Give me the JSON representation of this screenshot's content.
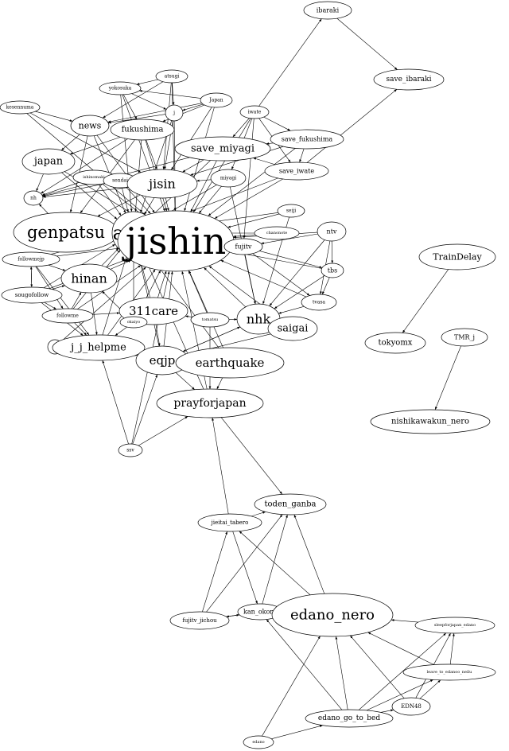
{
  "graph": {
    "nodes": [
      {
        "id": "ibaraki",
        "label": "ibaraki"
      },
      {
        "id": "save_ibaraki",
        "label": "save_ibaraki"
      },
      {
        "id": "atsugi",
        "label": "atsugi"
      },
      {
        "id": "yokosuka",
        "label": "yokosuka"
      },
      {
        "id": "Japan",
        "label": "Japan"
      },
      {
        "id": "j",
        "label": "j"
      },
      {
        "id": "kesennuma",
        "label": "kesennuma"
      },
      {
        "id": "iwate",
        "label": "iwate"
      },
      {
        "id": "news",
        "label": "news"
      },
      {
        "id": "fukushima",
        "label": "fukushima"
      },
      {
        "id": "save_fukushima",
        "label": "save_fukushima"
      },
      {
        "id": "save_miyagi",
        "label": "save_miyagi"
      },
      {
        "id": "japan",
        "label": "japan"
      },
      {
        "id": "save_iwate",
        "label": "save_iwate"
      },
      {
        "id": "ishinomaki",
        "label": "ishinomaki"
      },
      {
        "id": "sendai",
        "label": "sendai"
      },
      {
        "id": "jisin",
        "label": "jisin"
      },
      {
        "id": "miyagi",
        "label": "miyagi"
      },
      {
        "id": "nh",
        "label": "nh"
      },
      {
        "id": "seiji",
        "label": "seiji"
      },
      {
        "id": "genpatsu",
        "label": "genpatsu"
      },
      {
        "id": "anpi",
        "label": "anpi"
      },
      {
        "id": "jishin",
        "label": "jishin"
      },
      {
        "id": "chamonote",
        "label": "chanonote"
      },
      {
        "id": "ntv",
        "label": "ntv"
      },
      {
        "id": "fujitv",
        "label": "fujitv"
      },
      {
        "id": "TrainDelay",
        "label": "TrainDelay"
      },
      {
        "id": "followmejp",
        "label": "followmejp"
      },
      {
        "id": "tbs",
        "label": "tbs"
      },
      {
        "id": "hinan",
        "label": "hinan"
      },
      {
        "id": "sougofollow",
        "label": "sougofollow"
      },
      {
        "id": "tvasa",
        "label": "tvasa"
      },
      {
        "id": "311care",
        "label": "311care"
      },
      {
        "id": "followme",
        "label": "followme"
      },
      {
        "id": "tomatsu",
        "label": "tomatsu"
      },
      {
        "id": "nhk",
        "label": "nhk"
      },
      {
        "id": "okaiyo",
        "label": "okaiyo"
      },
      {
        "id": "saigai",
        "label": "saigai"
      },
      {
        "id": "n",
        "label": "n"
      },
      {
        "id": "j_j_helpme",
        "label": "j_j_helpme"
      },
      {
        "id": "tokyomx",
        "label": "tokyomx"
      },
      {
        "id": "TMR_j",
        "label": "TMR_j"
      },
      {
        "id": "eqjp",
        "label": "eqjp"
      },
      {
        "id": "earthquake",
        "label": "earthquake"
      },
      {
        "id": "prayforjapan",
        "label": "prayforjapan"
      },
      {
        "id": "nishikawakun_nero",
        "label": "nishikawakun_nero"
      },
      {
        "id": "ssv",
        "label": "ssv"
      },
      {
        "id": "toden_ganba",
        "label": "toden_ganba"
      },
      {
        "id": "jieitai_tabero",
        "label": "jieitai_tabero"
      },
      {
        "id": "kan_okoro",
        "label": "kan_okoro"
      },
      {
        "id": "edano_nero",
        "label": "edano_nero"
      },
      {
        "id": "fujitv_jichou",
        "label": "fujitv_jichou"
      },
      {
        "id": "sleepforjapan_edano",
        "label": "sleepforjapan_edano"
      },
      {
        "id": "leave_to_edanoo_neilu",
        "label": "leave_to_edanoo_neilu"
      },
      {
        "id": "EDN48",
        "label": "EDN48"
      },
      {
        "id": "edano_go_to_bed",
        "label": "edano_go_to_bed"
      },
      {
        "id": "edano",
        "label": "edano"
      }
    ],
    "edges": [
      [
        "iwate",
        "ibaraki"
      ],
      [
        "ibaraki",
        "save_ibaraki"
      ],
      [
        "save_iwate",
        "save_ibaraki"
      ],
      [
        "iwate",
        "save_fukushima"
      ],
      [
        "iwate",
        "save_iwate"
      ],
      [
        "iwate",
        "save_miyagi"
      ],
      [
        "iwate",
        "fujitv"
      ],
      [
        "iwate",
        "miyagi"
      ],
      [
        "iwate",
        "jishin"
      ],
      [
        "save_fukushima",
        "save_miyagi"
      ],
      [
        "save_fukushima",
        "jisin"
      ],
      [
        "save_fukushima",
        "jishin"
      ],
      [
        "save_fukushima",
        "save_iwate"
      ],
      [
        "save_iwate",
        "save_miyagi"
      ],
      [
        "save_iwate",
        "jishin"
      ],
      [
        "save_iwate",
        "anpi"
      ],
      [
        "save_miyagi",
        "jishin"
      ],
      [
        "save_miyagi",
        "jisin"
      ],
      [
        "save_miyagi",
        "anpi"
      ],
      [
        "save_miyagi",
        "nh"
      ],
      [
        "atsugi",
        "yokosuka"
      ],
      [
        "atsugi",
        "j"
      ],
      [
        "atsugi",
        "jishin"
      ],
      [
        "atsugi",
        "jisin"
      ],
      [
        "atsugi",
        "news"
      ],
      [
        "yokosuka",
        "j"
      ],
      [
        "yokosuka",
        "jishin"
      ],
      [
        "yokosuka",
        "anpi"
      ],
      [
        "yokosuka",
        "fukushima"
      ],
      [
        "Japan",
        "j"
      ],
      [
        "Japan",
        "yokosuka"
      ],
      [
        "Japan",
        "news"
      ],
      [
        "Japan",
        "jishin"
      ],
      [
        "Japan",
        "fukushima"
      ],
      [
        "Japan",
        "jisin"
      ],
      [
        "j",
        "jishin"
      ],
      [
        "j",
        "jisin"
      ],
      [
        "j",
        "anpi"
      ],
      [
        "j",
        "news"
      ],
      [
        "kesennuma",
        "jishin"
      ],
      [
        "kesennuma",
        "jisin"
      ],
      [
        "kesennuma",
        "news"
      ],
      [
        "news",
        "jishin"
      ],
      [
        "news",
        "anpi"
      ],
      [
        "news",
        "japan"
      ],
      [
        "news",
        "genpatsu"
      ],
      [
        "fukushima",
        "jishin"
      ],
      [
        "fukushima",
        "anpi"
      ],
      [
        "fukushima",
        "genpatsu"
      ],
      [
        "fukushima",
        "jisin"
      ],
      [
        "fukushima",
        "nh"
      ],
      [
        "fukushima",
        "japan"
      ],
      [
        "japan",
        "jishin"
      ],
      [
        "japan",
        "anpi"
      ],
      [
        "japan",
        "nh"
      ],
      [
        "ishinomaki",
        "jishin"
      ],
      [
        "ishinomaki",
        "anpi"
      ],
      [
        "ishinomaki",
        "nh"
      ],
      [
        "ishinomaki",
        "jisin"
      ],
      [
        "sendai",
        "jishin"
      ],
      [
        "sendai",
        "anpi"
      ],
      [
        "sendai",
        "jisin"
      ],
      [
        "sendai",
        "nh"
      ],
      [
        "jisin",
        "jishin"
      ],
      [
        "jisin",
        "anpi"
      ],
      [
        "jisin",
        "nh"
      ],
      [
        "jisin",
        "genpatsu"
      ],
      [
        "miyagi",
        "jishin"
      ],
      [
        "miyagi",
        "anpi"
      ],
      [
        "miyagi",
        "jisin"
      ],
      [
        "miyagi",
        "nhk"
      ],
      [
        "seiji",
        "jishin"
      ],
      [
        "seiji",
        "anpi"
      ],
      [
        "seiji",
        "nhk"
      ],
      [
        "genpatsu",
        "jishin"
      ],
      [
        "genpatsu",
        "anpi"
      ],
      [
        "genpatsu",
        "nh"
      ],
      [
        "anpi",
        "jishin"
      ],
      [
        "chamonote",
        "jishin"
      ],
      [
        "chamonote",
        "anpi"
      ],
      [
        "ntv",
        "jishin"
      ],
      [
        "ntv",
        "tbs"
      ],
      [
        "ntv",
        "tvasa"
      ],
      [
        "ntv",
        "fujitv"
      ],
      [
        "ntv",
        "nhk"
      ],
      [
        "fujitv",
        "jishin"
      ],
      [
        "fujitv",
        "tbs"
      ],
      [
        "fujitv",
        "nhk"
      ],
      [
        "fujitv",
        "tvasa"
      ],
      [
        "tbs",
        "tvasa"
      ],
      [
        "tbs",
        "nhk"
      ],
      [
        "tbs",
        "jishin"
      ],
      [
        "tvasa",
        "nhk"
      ],
      [
        "tvasa",
        "jishin"
      ],
      [
        "TrainDelay",
        "tokyomx"
      ],
      [
        "TMR_j",
        "nishikawakun_nero"
      ],
      [
        "followmejp",
        "sougofollow"
      ],
      [
        "followmejp",
        "followme"
      ],
      [
        "followmejp",
        "hinan"
      ],
      [
        "followmejp",
        "jishin"
      ],
      [
        "followmejp",
        "anpi"
      ],
      [
        "followmejp",
        "j_j_helpme"
      ],
      [
        "sougofollow",
        "followme"
      ],
      [
        "sougofollow",
        "jishin"
      ],
      [
        "sougofollow",
        "anpi"
      ],
      [
        "sougofollow",
        "followmejp"
      ],
      [
        "sougofollow",
        "hinan"
      ],
      [
        "sougofollow",
        "j_j_helpme"
      ],
      [
        "followme",
        "jishin"
      ],
      [
        "followme",
        "anpi"
      ],
      [
        "followme",
        "j_j_helpme"
      ],
      [
        "followme",
        "hinan"
      ],
      [
        "followme",
        "311care"
      ],
      [
        "hinan",
        "jishin"
      ],
      [
        "hinan",
        "anpi"
      ],
      [
        "hinan",
        "j_j_helpme"
      ],
      [
        "311care",
        "jishin"
      ],
      [
        "311care",
        "anpi"
      ],
      [
        "311care",
        "eqjp"
      ],
      [
        "tomatsu",
        "jishin"
      ],
      [
        "tomatsu",
        "nhk"
      ],
      [
        "tomatsu",
        "prayforjapan"
      ],
      [
        "tomatsu",
        "311care"
      ],
      [
        "nhk",
        "jishin"
      ],
      [
        "nhk",
        "saigai"
      ],
      [
        "nhk",
        "eqjp"
      ],
      [
        "okaiyo",
        "jishin"
      ],
      [
        "okaiyo",
        "anpi"
      ],
      [
        "okaiyo",
        "j_j_helpme"
      ],
      [
        "okaiyo",
        "hinan"
      ],
      [
        "saigai",
        "jishin"
      ],
      [
        "saigai",
        "eqjp"
      ],
      [
        "n",
        "j_j_helpme"
      ],
      [
        "n",
        "jishin"
      ],
      [
        "j_j_helpme",
        "jishin"
      ],
      [
        "j_j_helpme",
        "anpi"
      ],
      [
        "j_j_helpme",
        "eqjp"
      ],
      [
        "eqjp",
        "jishin"
      ],
      [
        "eqjp",
        "anpi"
      ],
      [
        "eqjp",
        "prayforjapan"
      ],
      [
        "eqjp",
        "earthquake"
      ],
      [
        "eqjp",
        "nhk"
      ],
      [
        "earthquake",
        "jishin"
      ],
      [
        "earthquake",
        "anpi"
      ],
      [
        "earthquake",
        "prayforjapan"
      ],
      [
        "prayforjapan",
        "jishin"
      ],
      [
        "prayforjapan",
        "anpi"
      ],
      [
        "prayforjapan",
        "toden_ganba"
      ],
      [
        "ssv",
        "jishin"
      ],
      [
        "ssv",
        "prayforjapan"
      ],
      [
        "ssv",
        "j_j_helpme"
      ],
      [
        "ssv",
        "eqjp"
      ],
      [
        "jieitai_tabero",
        "prayforjapan"
      ],
      [
        "jieitai_tabero",
        "toden_ganba"
      ],
      [
        "jieitai_tabero",
        "kan_okoro"
      ],
      [
        "kan_okoro",
        "toden_ganba"
      ],
      [
        "kan_okoro",
        "edano_nero"
      ],
      [
        "kan_okoro",
        "fujitv_jichou"
      ],
      [
        "fujitv_jichou",
        "jieitai_tabero"
      ],
      [
        "fujitv_jichou",
        "toden_ganba"
      ],
      [
        "fujitv_jichou",
        "kan_okoro"
      ],
      [
        "edano_nero",
        "toden_ganba"
      ],
      [
        "edano_nero",
        "jieitai_tabero"
      ],
      [
        "edano_nero",
        "kan_okoro"
      ],
      [
        "sleepforjapan_edano",
        "edano_nero"
      ],
      [
        "leave_to_edanoo_neilu",
        "edano_nero"
      ],
      [
        "leave_to_edanoo_neilu",
        "sleepforjapan_edano"
      ],
      [
        "EDN48",
        "edano_nero"
      ],
      [
        "EDN48",
        "sleepforjapan_edano"
      ],
      [
        "EDN48",
        "leave_to_edanoo_neilu"
      ],
      [
        "edano_go_to_bed",
        "edano_nero"
      ],
      [
        "edano_go_to_bed",
        "EDN48"
      ],
      [
        "edano_go_to_bed",
        "sleepforjapan_edano"
      ],
      [
        "edano_go_to_bed",
        "leave_to_edanoo_neilu"
      ],
      [
        "edano_go_to_bed",
        "kan_okoro"
      ],
      [
        "edano",
        "edano_go_to_bed"
      ],
      [
        "edano",
        "edano_nero"
      ]
    ]
  }
}
